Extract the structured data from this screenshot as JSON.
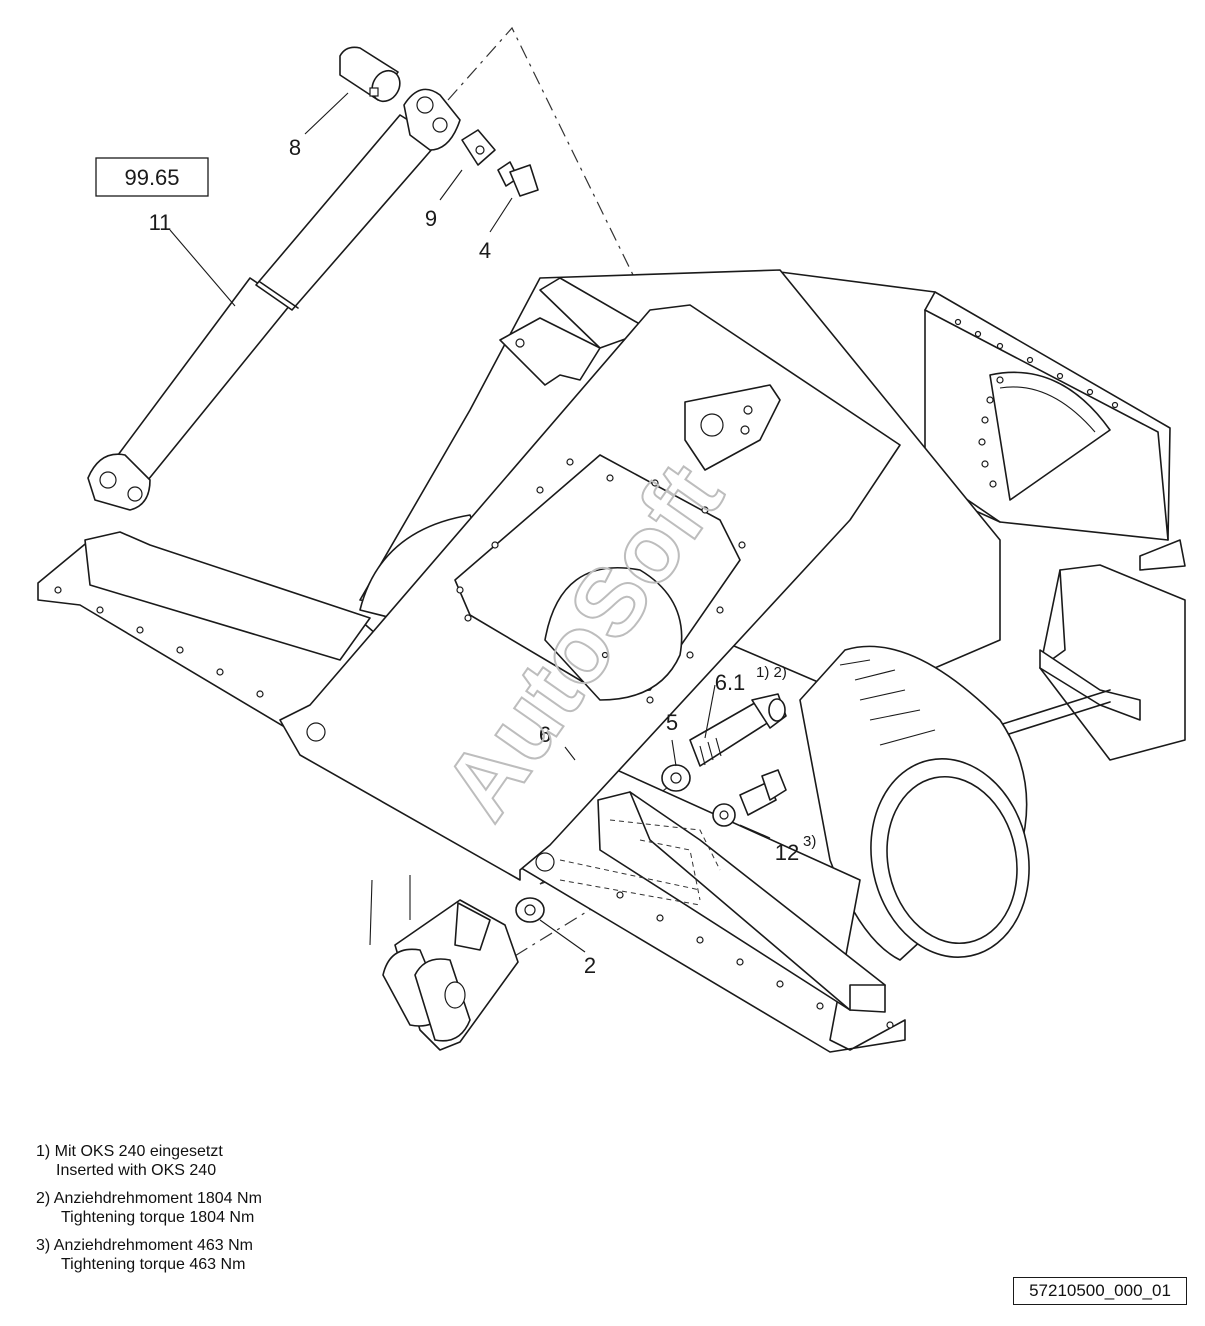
{
  "callouts": {
    "ref_box": "99.65",
    "p11": "11",
    "p8": "8",
    "p9": "9",
    "p4": "4",
    "p6": "6",
    "p5": "5",
    "p61": "6.1",
    "p61_notes": "1) 2)",
    "p12": "12",
    "p12_notes": "3)",
    "p2": "2"
  },
  "watermark": "AutoSoft",
  "notes": [
    {
      "line1": "1) Mit OKS 240 eingesetzt",
      "line2": "Inserted with OKS 240"
    },
    {
      "line1": "2)  Anziehdrehmoment 1804 Nm",
      "line2": "Tightening torque 1804 Nm"
    },
    {
      "line1": "3)  Anziehdrehmoment 463 Nm",
      "line2": "Tightening torque 463 Nm"
    }
  ],
  "doc_id": "57210500_000_01"
}
